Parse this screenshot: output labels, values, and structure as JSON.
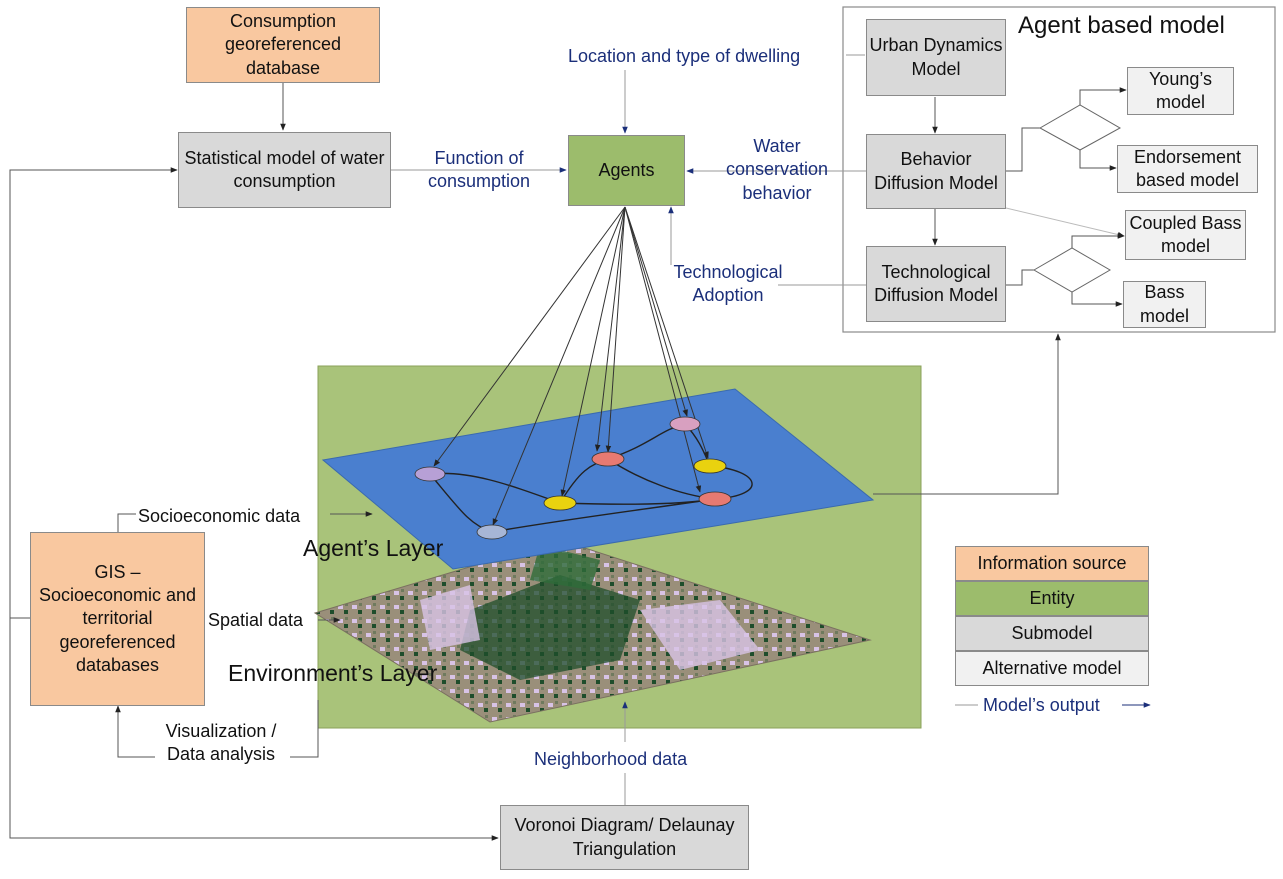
{
  "boxes": {
    "consumption_db": "Consumption georeferenced database",
    "statistical_model": "Statistical model of water consumption",
    "agents": "Agents",
    "urban_dynamics": "Urban Dynamics Model",
    "behavior_diffusion": "Behavior Diffusion Model",
    "technological_diffusion": "Technological Diffusion Model",
    "youngs": "Young’s model",
    "endorsement": "Endorsement based model",
    "coupled_bass": "Coupled Bass model",
    "bass": "Bass model",
    "gis": "GIS – Socioeconomic and territorial georeferenced databases",
    "voronoi": "Voronoi Diagram/ Delaunay Triangulation"
  },
  "titles": {
    "agent_based_model": "Agent based model",
    "agents_layer": "Agent’s Layer",
    "environment_layer": "Environment’s Layer"
  },
  "edge_labels": {
    "location_dwelling": "Location and type of dwelling",
    "function_consumption": "Function of consumption",
    "water_conservation": "Water conservation behavior",
    "technological_adoption": "Technological Adoption",
    "socioeconomic_data": "Socioeconomic data",
    "spatial_data": "Spatial data",
    "visualization": "Visualization / Data analysis",
    "neighborhood_data": "Neighborhood data"
  },
  "legend": {
    "information_source": "Information source",
    "entity": "Entity",
    "submodel": "Submodel",
    "alternative_model": "Alternative model",
    "models_output": "Model’s output"
  },
  "colors": {
    "information_source": "#f9c8a0",
    "entity": "#9cbc6c",
    "submodel": "#d9d9d9",
    "alternative_model": "#f1f1f1",
    "label_blue": "#1b2f7a",
    "agent_plane": "#4a7fcf"
  }
}
